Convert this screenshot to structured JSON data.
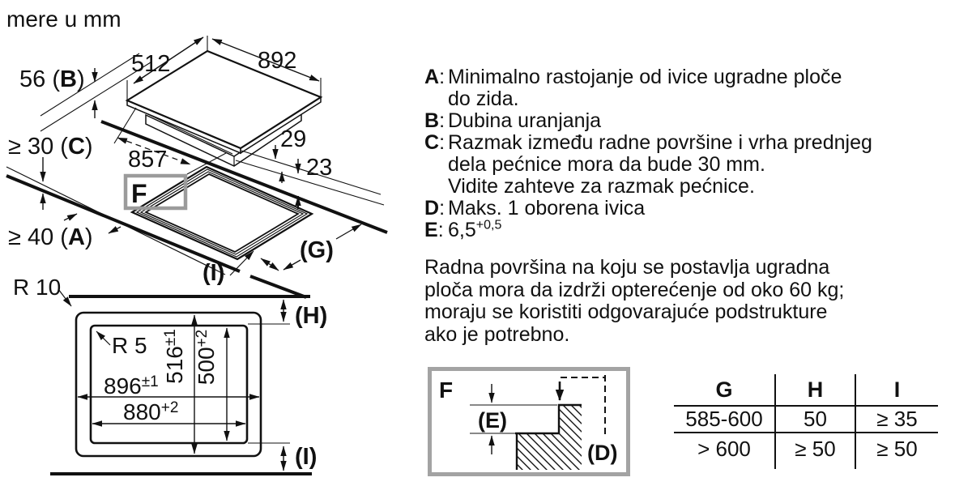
{
  "units_note": "mere u mm",
  "iso": {
    "dim_width_top": "512",
    "dim_width_main": "892",
    "dim_depth": {
      "pre": "56 (",
      "letter": "B",
      "post": ")"
    },
    "dim_clearance_c": {
      "pre": "≥ 30 (",
      "letter": "C",
      "post": ")"
    },
    "dim_clearance_a": {
      "pre": "≥ 40 (",
      "letter": "A",
      "post": ")"
    },
    "dim_857": "857",
    "dim_29": "29",
    "dim_23": "23",
    "label_g": "(G)",
    "label_i": "(I)",
    "detail_ref": "F"
  },
  "plan": {
    "radius_outer": "R 10",
    "radius_inner": "R 5",
    "dim_896": {
      "value": "896",
      "tol": "±1"
    },
    "dim_880": {
      "value": "880",
      "tol": "+2"
    },
    "dim_516": {
      "value": "516",
      "tol": "±1"
    },
    "dim_500": {
      "value": "500",
      "tol": "+2"
    },
    "label_h": "(H)",
    "label_i": "(I)"
  },
  "legend_sep": ":",
  "legend": [
    {
      "key": "A",
      "lines": [
        "Minimalno rastojanje od ivice ugradne ploče",
        "do zida."
      ]
    },
    {
      "key": "B",
      "lines": [
        "Dubina uranjanja"
      ]
    },
    {
      "key": "C",
      "lines": [
        "Razmak između radne površine i vrha prednjeg",
        "dela pećnice mora da bude 30 mm.",
        "Vidite zahteve za razmak pećnice."
      ]
    },
    {
      "key": "D",
      "lines": [
        "Maks. 1 oborena ivica"
      ]
    },
    {
      "key": "E",
      "value": "6,5",
      "tol": "+0,5"
    }
  ],
  "paragraph_lines": [
    "Radna površina na koju se postavlja ugradna",
    "ploča mora da izdrži opterećenje od oko 60 kg;",
    "moraju se koristiti odgovarajuće podstrukture",
    "ako je potrebno."
  ],
  "detail_box": {
    "label": "F",
    "dim_e": "(E)",
    "dim_d": "(D)"
  },
  "table": {
    "headers": [
      "G",
      "H",
      "I"
    ],
    "rows": [
      [
        "585-600",
        "50",
        "≥ 35"
      ],
      [
        "> 600",
        "≥ 50",
        "≥ 50"
      ]
    ]
  },
  "colors": {
    "ink": "#111111",
    "frame_gray": "#a3a3a3",
    "background": "#ffffff"
  }
}
